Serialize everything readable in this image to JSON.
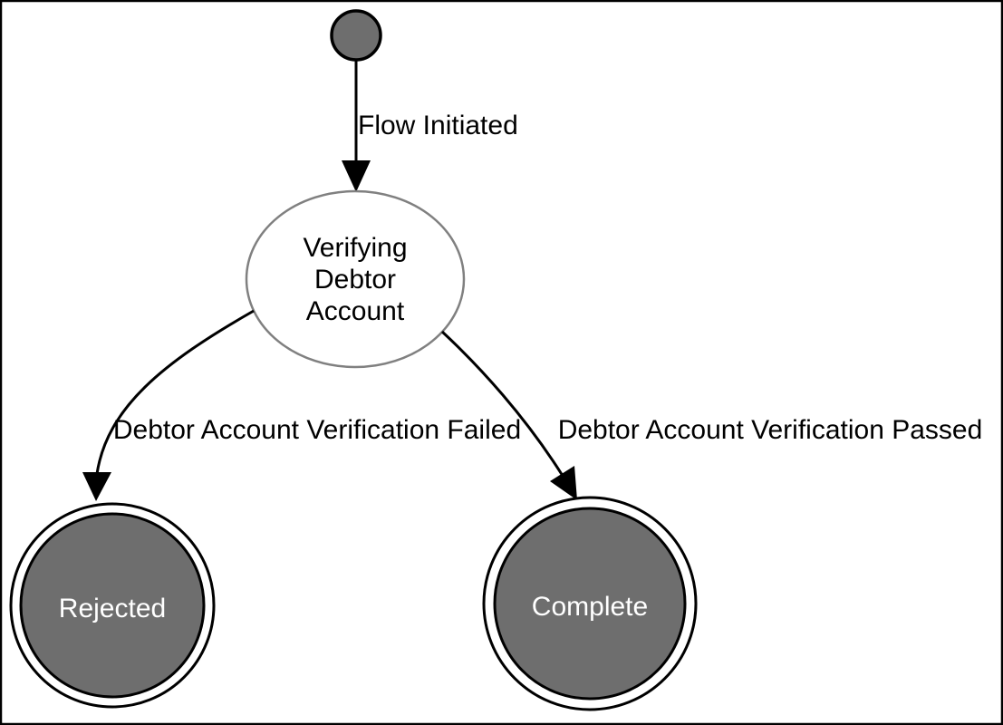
{
  "diagram": {
    "kind": "uml-state-machine",
    "background_color": "#ffffff",
    "border_color": "#000000"
  },
  "colors": {
    "state_fill": "#6e6e6e",
    "state_stroke": "#000000",
    "activity_fill": "#ffffff",
    "activity_stroke": "#808080",
    "edge_color": "#000000",
    "label_color": "#000000",
    "final_label_color": "#ffffff"
  },
  "nodes": {
    "initial": {
      "kind": "initial-state"
    },
    "verifying": {
      "label": "Verifying Debtor Account",
      "label_lines": [
        "Verifying",
        "Debtor",
        "Account"
      ]
    },
    "rejected": {
      "label": "Rejected",
      "kind": "final-state"
    },
    "complete": {
      "label": "Complete",
      "kind": "final-state"
    }
  },
  "edges": {
    "flow_initiated": {
      "label": "Flow Initiated",
      "from": "initial",
      "to": "verifying"
    },
    "verification_failed": {
      "label": "Debtor Account Verification Failed",
      "from": "verifying",
      "to": "rejected"
    },
    "verification_passed": {
      "label": "Debtor Account Verification Passed",
      "from": "verifying",
      "to": "complete"
    }
  }
}
